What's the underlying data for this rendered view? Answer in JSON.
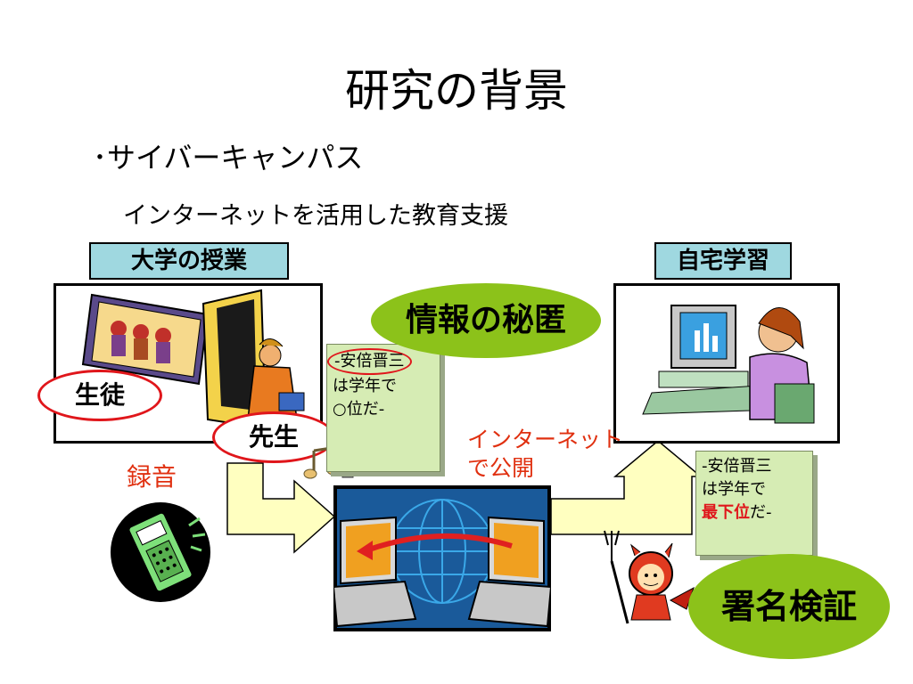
{
  "slide": {
    "title": "研究の背景",
    "bullet": "･サイバーキャンパス",
    "subtitle": "インターネットを活用した教育支援"
  },
  "diagram": {
    "lecture_label": "大学の授業",
    "home_label": "自宅学習",
    "student_label": "生徒",
    "teacher_label": "先生",
    "recording_label": "録音",
    "publish_label_line1": "インターネット",
    "publish_label_line2": "で公開",
    "secrecy_label": "情報の秘匿",
    "signature_label": "署名検証",
    "doc_original": {
      "line1": "-安倍晋三",
      "line2": "は学年で",
      "line3": "○位だ-"
    },
    "doc_tampered": {
      "line1": "-安倍晋三",
      "line2": "は学年で",
      "line3_highlight": "最下位",
      "line3_rest": "だ-"
    }
  },
  "colors": {
    "label_fill": "#9fd8e0",
    "doc_fill": "#d6ecb4",
    "arrow_fill": "#ffffc0",
    "green_oval": "#8cc21a",
    "red_outline": "#e0161b",
    "red_text": "#e03010"
  },
  "icons": [
    "lecture-clipart-icon",
    "student-computer-clipart-icon",
    "voice-recorder-icon",
    "music-notes-icon",
    "internet-globe-laptops-icon",
    "devil-character-icon"
  ]
}
